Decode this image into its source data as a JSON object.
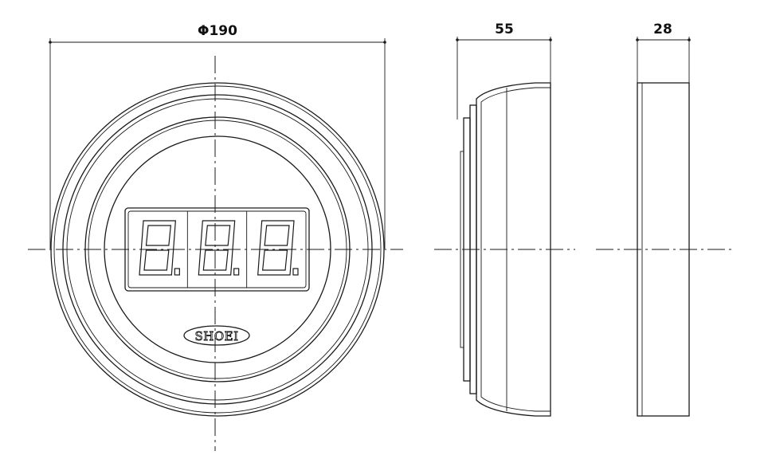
{
  "dimensions": {
    "front_diameter": "Φ190",
    "side_depth": "55",
    "back_thickness": "28"
  },
  "display": {
    "digits": 3
  },
  "brand": {
    "logo_text": "SHOEI"
  },
  "colors": {
    "line": "#1a1a1a",
    "background": "#ffffff"
  }
}
